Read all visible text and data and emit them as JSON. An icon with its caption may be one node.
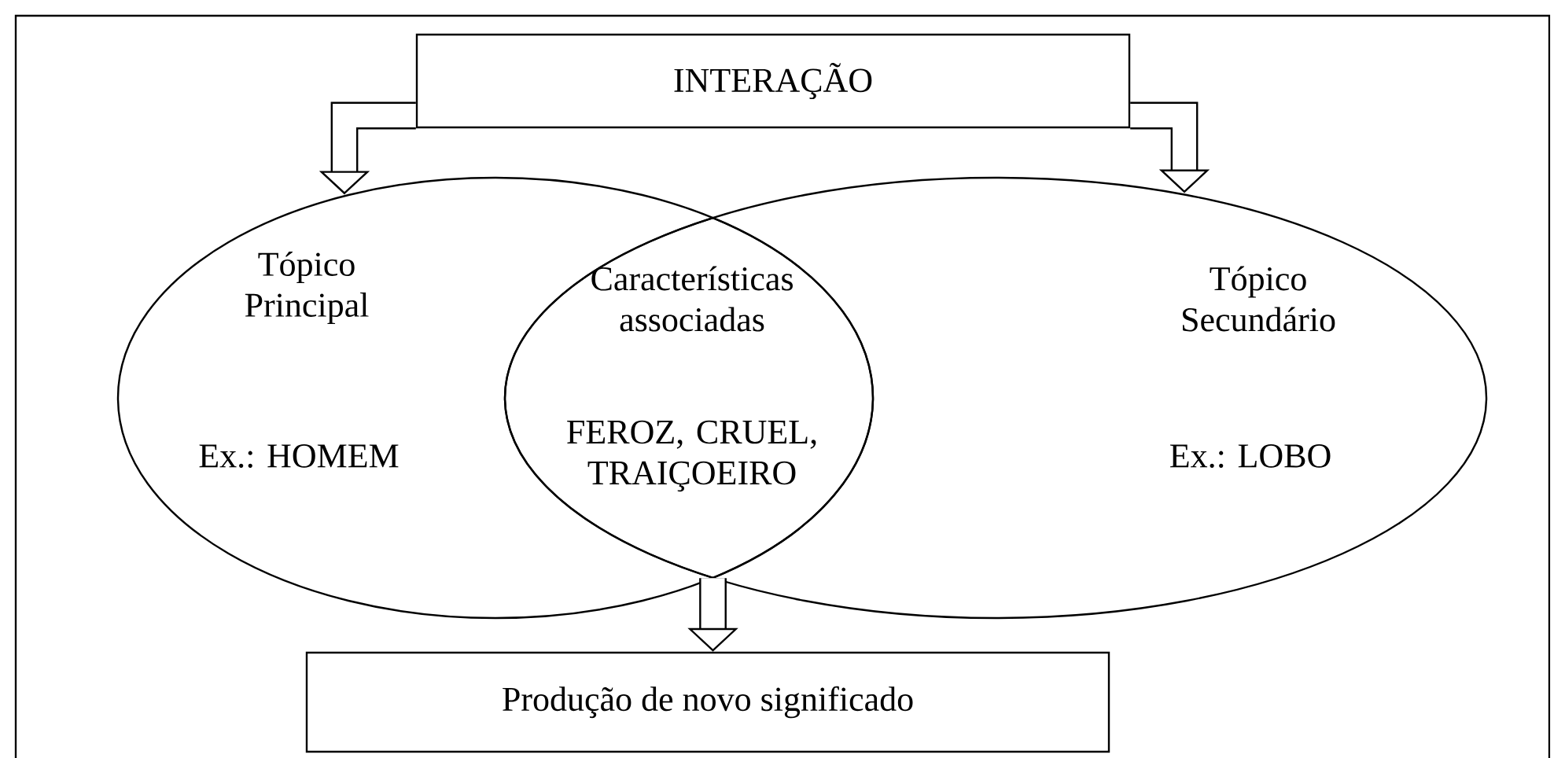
{
  "diagram": {
    "nodes": [
      {
        "text": [
          "INTERAÇÃO"
        ]
      },
      {
        "text": [
          "Tópico Principal",
          "Ex.: HOMEM"
        ]
      },
      {
        "text": [
          "Tópico Secundário",
          "Ex.: LOBO"
        ]
      },
      {
        "text": [
          "Características associadas",
          "FEROZ, CRUEL, TRAIÇOEIRO"
        ]
      },
      {
        "text": [
          "Produção de novo significado"
        ]
      }
    ],
    "edges": [
      {
        "from": 0,
        "to": 1,
        "arrow": "to"
      },
      {
        "from": 0,
        "to": 2,
        "arrow": "to"
      },
      {
        "from": 3,
        "to": 4,
        "arrow": "to"
      }
    ]
  }
}
